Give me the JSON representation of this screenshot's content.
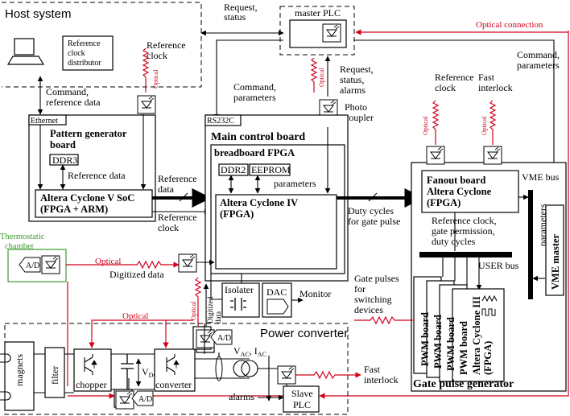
{
  "host": {
    "title": "Host system",
    "ref_clock_distributor": [
      "Reference",
      "clock",
      "distributor"
    ]
  },
  "top": {
    "request_status": [
      "Request,",
      "status"
    ],
    "master_plc": "master PLC",
    "optical_connection": "Optical connection"
  },
  "left": {
    "reference_clock": [
      "Reference",
      "clock"
    ],
    "optical": "Optical",
    "command_ref_data": [
      "Command,",
      "reference data"
    ],
    "ethernet": "Ethernet"
  },
  "pattern": {
    "title": [
      "Pattern generator",
      "board"
    ],
    "ddr3": "DDR3",
    "reference_data": "Reference data",
    "chip": [
      "Altera Cyclone V SoC",
      "(FPGA + ARM)"
    ]
  },
  "mid_links": {
    "reference_data": [
      "Reference",
      "data"
    ],
    "reference_clock": [
      "Reference",
      "clock"
    ],
    "command_parameters": [
      "Command,",
      "parameters"
    ],
    "rs232c": "RS232C"
  },
  "main": {
    "title": "Main control board",
    "fpga": "breadboard FPGA",
    "ddr2": "DDR2",
    "eeprom": "EEPROM",
    "parameters": "parameters",
    "chip": [
      "Altera Cyclone IV",
      "(FPGA)"
    ]
  },
  "photo": {
    "request_status_alarms": [
      "Request,",
      "status,",
      "alarms"
    ],
    "optical": "Optical",
    "photo_coupler": [
      "Photo",
      "coupler"
    ]
  },
  "right_top": {
    "reference_clock": [
      "Reference",
      "clock"
    ],
    "fast_interlock": [
      "Fast",
      "interlock"
    ],
    "command_parameters": [
      "Command,",
      "parameters"
    ],
    "optical1": "Optical",
    "optical2": "Optical"
  },
  "fanout": {
    "title": [
      "Fanout board",
      "Altera Cyclone",
      "(FPGA)"
    ],
    "vme_bus": "VME bus",
    "vme_master": "VME master",
    "parameters": "parameters"
  },
  "gate": {
    "duty_cycles": [
      "Duty cycles",
      "for gate pulse"
    ],
    "ref_gate_duty": [
      "Reference clock,",
      "gate permission,",
      "duty cycles"
    ],
    "user_bus": "USER bus",
    "pwm": "PWM board",
    "pwm_chip": [
      "Altera Cyclone III",
      "(FPGA)"
    ],
    "title": "Gate pulse generator",
    "gate_pulses": [
      "Gate pulses",
      "for",
      "switching",
      "devices"
    ]
  },
  "thermo": {
    "label": [
      "Thermostatic",
      "chamber"
    ],
    "ad": "A/D",
    "optical": "Optical",
    "digitized_data": "Digitized data"
  },
  "monitor": {
    "isolater": "Isolater",
    "dac": "DAC",
    "monitor": "Monitor",
    "optical": "Optical",
    "digitized": [
      "Digitized",
      "data"
    ]
  },
  "power": {
    "title": "Power converter",
    "optical": "Optical",
    "magnets": "magnets",
    "filter": "filter",
    "chopper": "chopper",
    "converter": "converter",
    "vdc": "V",
    "vdc_sub": "DC",
    "vac": "V",
    "vac_sub": "AC",
    "iac": ", I",
    "iac_sub": "AC",
    "ad": "A/D",
    "alarms": "alarms",
    "slave_plc": [
      "Slave",
      "PLC"
    ],
    "fast_interlock": [
      "Fast",
      "interlock"
    ]
  }
}
